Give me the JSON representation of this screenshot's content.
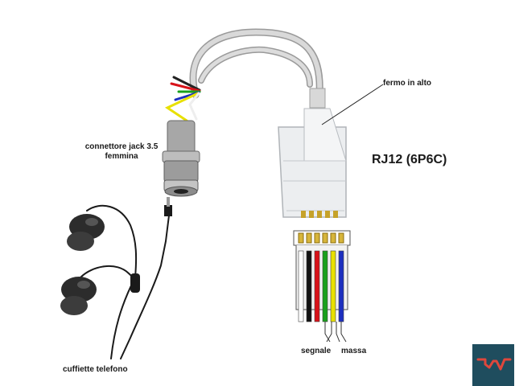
{
  "labels": {
    "jack_connector": "connettore jack 3.5 femmina",
    "latch": "fermo in alto",
    "rj12": "RJ12 (6P6C)",
    "signal": "segnale",
    "ground": "massa",
    "headphones": "cuffiette  telefono"
  },
  "wire_colors": [
    "#ffffff",
    "#111111",
    "#d8131a",
    "#19a01c",
    "#e8e000",
    "#1d2fbf"
  ],
  "logo": {
    "background": "#1f4d5e",
    "mark_color": "#e0473c",
    "icon": "brand-logo-icon"
  }
}
